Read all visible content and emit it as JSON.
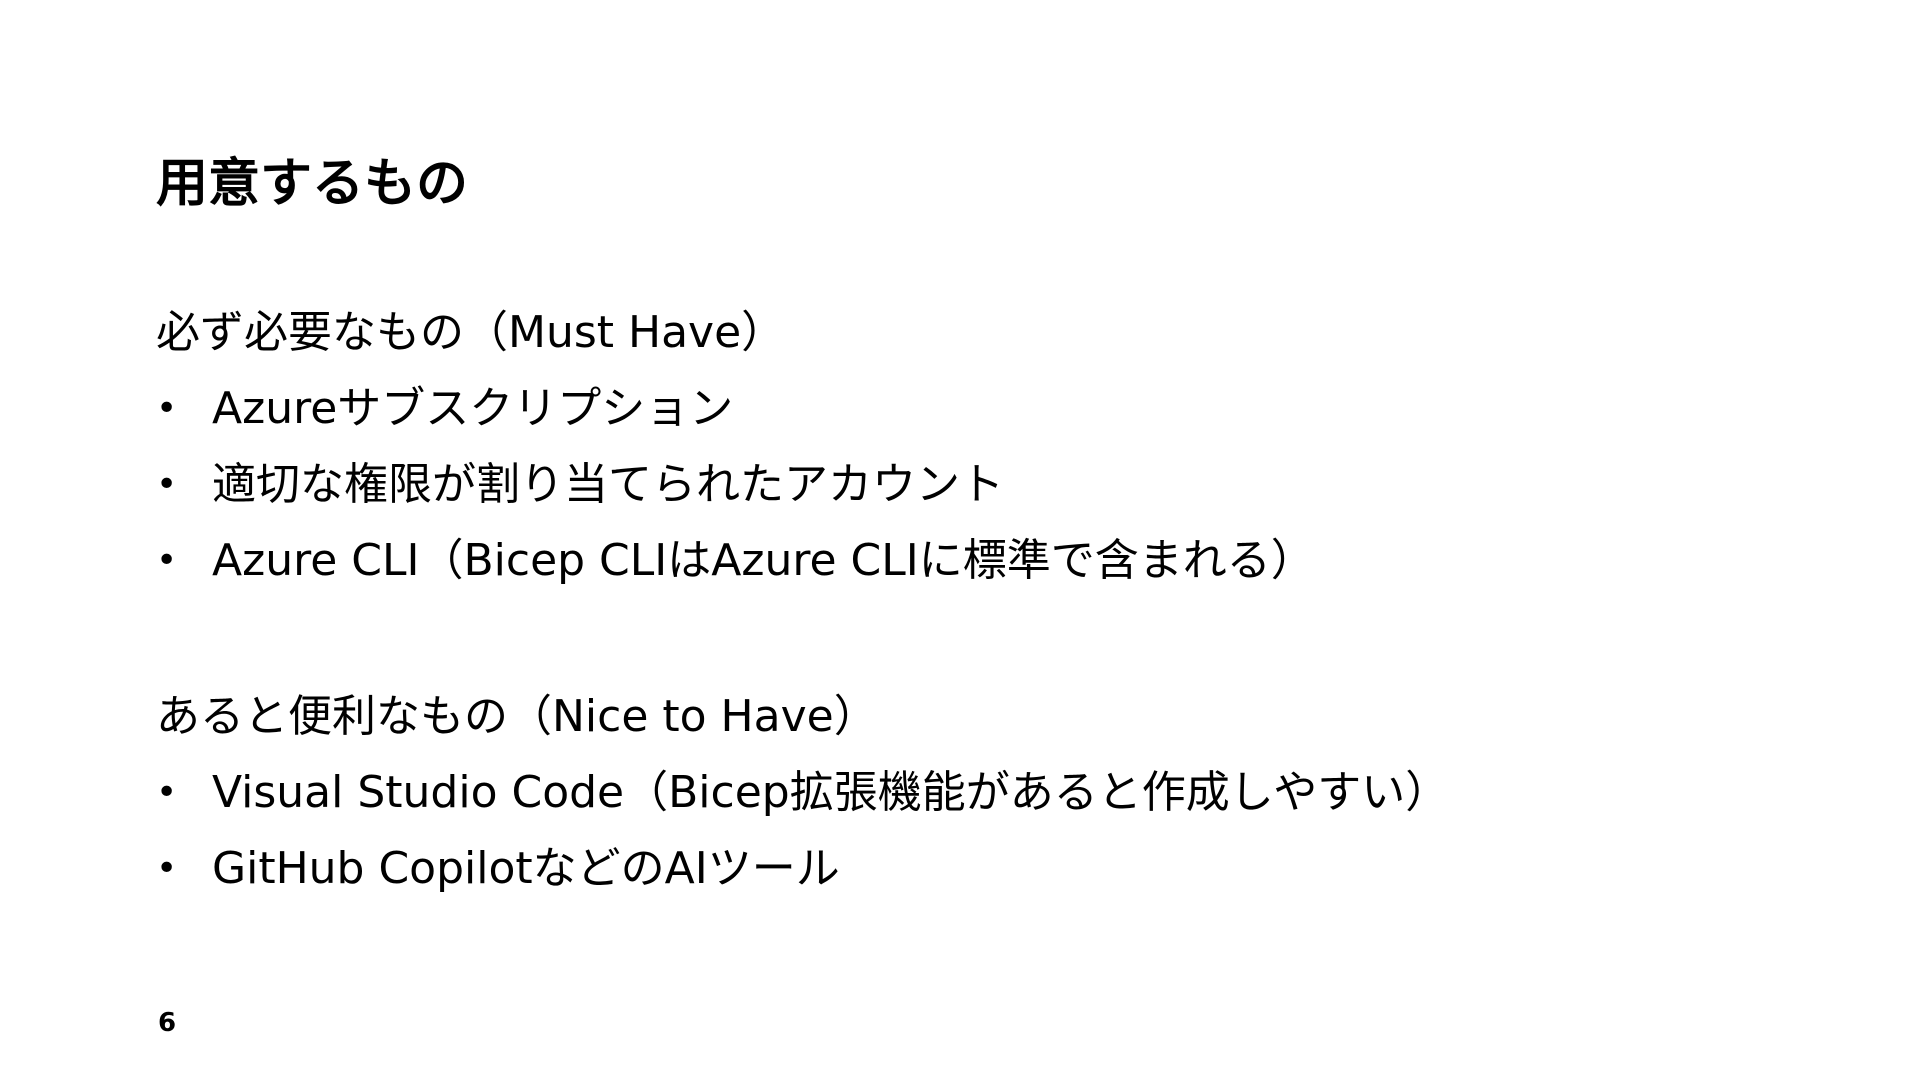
{
  "slide": {
    "title": "用意するもの",
    "must_have": {
      "heading": "必ず必要なもの（Must Have）",
      "items": [
        "Azureサブスクリプション",
        "適切な権限が割り当てられたアカウント",
        "Azure CLI（Bicep CLIはAzure CLIに標準で含まれる）"
      ]
    },
    "nice_to_have": {
      "heading": "あると便利なもの（Nice to Have）",
      "items": [
        "Visual Studio Code（Bicep拡張機能があると作成しやすい）",
        "GitHub CopilotなどのAIツール"
      ]
    },
    "bullet_glyph": "•",
    "page_number": "6"
  }
}
